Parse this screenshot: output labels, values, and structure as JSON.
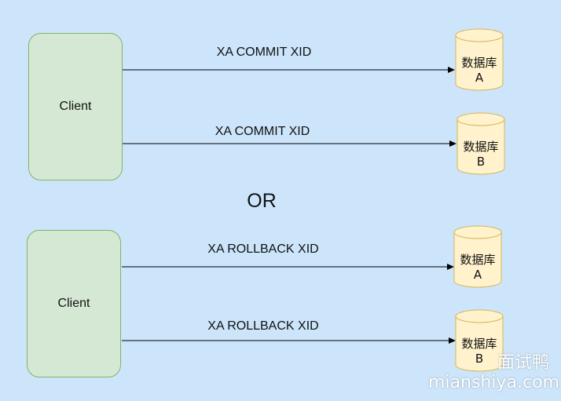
{
  "diagram": {
    "client_top": {
      "label": "Client"
    },
    "client_bottom": {
      "label": "Client"
    },
    "or_label": "OR",
    "arrows": [
      {
        "label": "XA COMMIT XID"
      },
      {
        "label": "XA COMMIT XID"
      },
      {
        "label": "XA ROLLBACK XID"
      },
      {
        "label": "XA ROLLBACK XID"
      }
    ],
    "databases": [
      {
        "name": "数据库",
        "id": "A"
      },
      {
        "name": "数据库",
        "id": "B"
      },
      {
        "name": "数据库",
        "id": "A"
      },
      {
        "name": "数据库",
        "id": "B"
      }
    ],
    "colors": {
      "background": "#cce5fb",
      "client_fill": "#d5e8d4",
      "client_stroke": "#82b366",
      "db_fill": "#fff2cc",
      "db_stroke": "#d6b656"
    }
  },
  "watermark": {
    "text_cn": "面试鸭",
    "url": "mianshiya.com"
  }
}
